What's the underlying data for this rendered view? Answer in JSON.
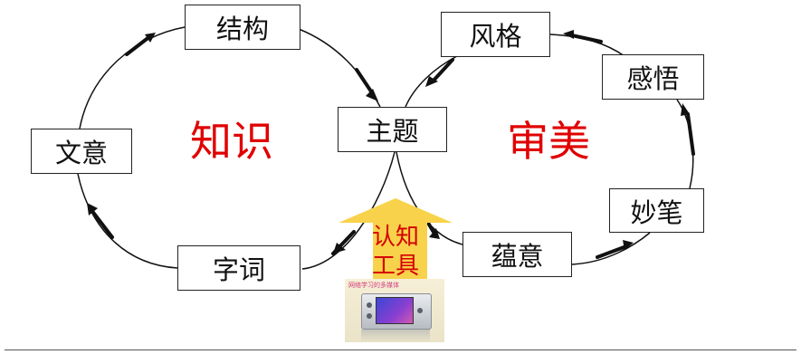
{
  "nodes": {
    "structure": "结构",
    "wen_yi": "文意",
    "zi_ci": "字词",
    "theme": "主题",
    "style": "风格",
    "gan_wu": "感悟",
    "miao_bi": "妙笔",
    "yun_yi": "蕴意"
  },
  "regions": {
    "knowledge": "知识",
    "aesthetics": "审美"
  },
  "tool": {
    "line1": "认知",
    "line2": "工具",
    "device_caption": "网络学习的多媒体",
    "device_icon": "media-player-icon"
  },
  "colors": {
    "region_text": "#e00000",
    "arrow_fill": "#f8d24a",
    "tool_text": "#d40000"
  }
}
